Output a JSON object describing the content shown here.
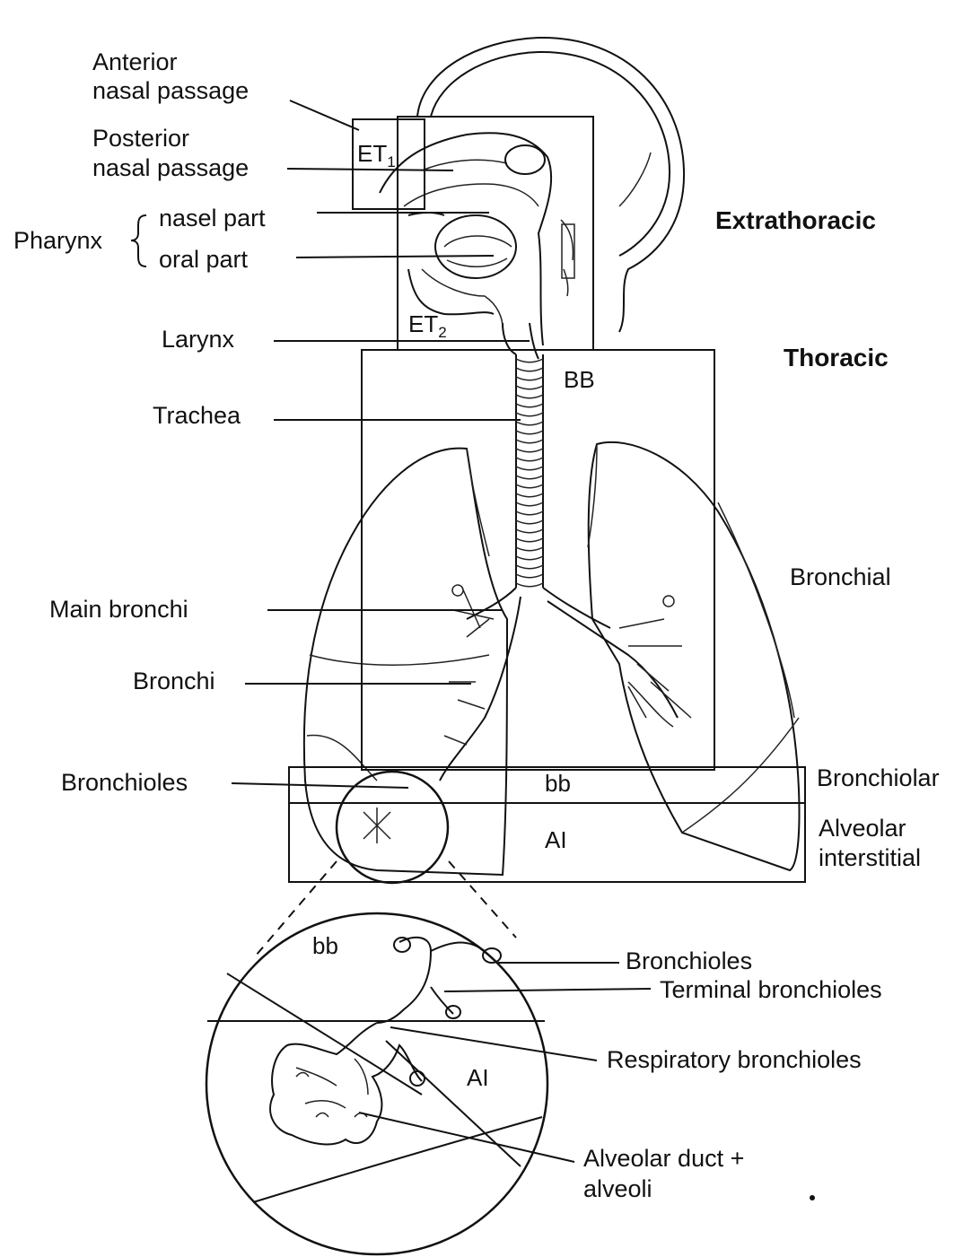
{
  "labels": {
    "anterior_nasal_line1": "Anterior",
    "anterior_nasal_line2": "nasal passage",
    "posterior_nasal_line1": "Posterior",
    "posterior_nasal_line2": "nasal passage",
    "pharynx": "Pharynx",
    "nasal_part": "nasel part",
    "oral_part": "oral part",
    "larynx": "Larynx",
    "trachea": "Trachea",
    "main_bronchi": "Main bronchi",
    "bronchi": "Bronchi",
    "bronchioles": "Bronchioles"
  },
  "regions": {
    "extrathoracic": "Extrathoracic",
    "thoracic": "Thoracic",
    "bronchial": "Bronchial",
    "bronchiolar": "Bronchiolar",
    "alveolar_line1": "Alveolar",
    "alveolar_line2": "interstitial"
  },
  "zones": {
    "et1_main": "ET",
    "et1_sub": "1",
    "et2_main": "ET",
    "et2_sub": "2",
    "bb_upper": "BB",
    "bb_lower": "bb",
    "ai": "AI"
  },
  "inset": {
    "bb": "bb",
    "ai": "AI",
    "bronchioles": "Bronchioles",
    "terminal_bronchioles": "Terminal bronchioles",
    "respiratory_bronchioles": "Respiratory bronchioles",
    "alveolar_line1": "Alveolar duct +",
    "alveolar_line2": "alveoli"
  }
}
